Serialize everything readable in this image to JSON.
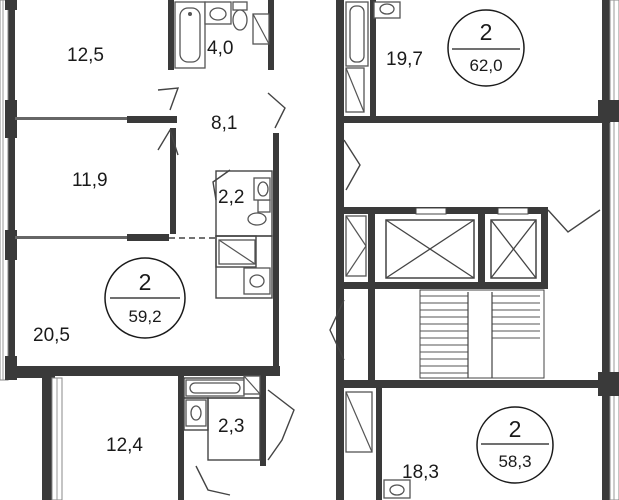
{
  "apartments": [
    {
      "id": "left",
      "rooms": "2",
      "total_area": "59,2"
    },
    {
      "id": "right-top",
      "rooms": "2",
      "total_area": "62,0"
    },
    {
      "id": "right-bottom",
      "rooms": "2",
      "total_area": "58,3"
    }
  ],
  "room_areas": {
    "living_top_left": "12,5",
    "bath_top": "4,0",
    "hall_top": "8,1",
    "bedroom_mid_left": "11,9",
    "wc_mid": "2,2",
    "living_left": "20,5",
    "bedroom_bottom_left": "12,4",
    "bath_bottom_left": "2,3",
    "living_top_right": "19,7",
    "living_bottom_right": "18,3"
  },
  "colors": {
    "wall": "#3a3a3a",
    "line": "#444444",
    "background": "#ffffff"
  }
}
